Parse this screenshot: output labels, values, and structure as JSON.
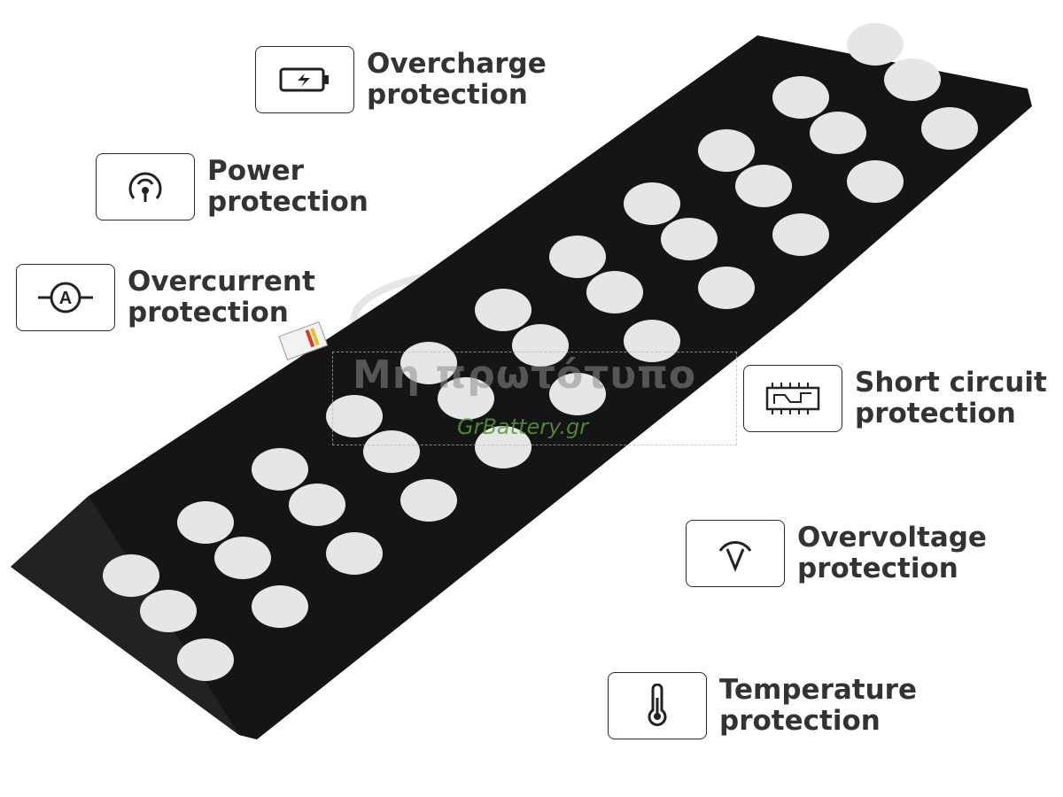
{
  "features": [
    {
      "icon": "battery-charge-icon",
      "line1": "Overcharge",
      "line2": "protection"
    },
    {
      "icon": "power-gauge-icon",
      "line1": "Power",
      "line2": "protection"
    },
    {
      "icon": "ammeter-icon",
      "line1": "Overcurrent",
      "line2": "protection"
    },
    {
      "icon": "circuit-board-icon",
      "line1": "Short circuit",
      "line2": "protection"
    },
    {
      "icon": "voltmeter-icon",
      "line1": "Overvoltage",
      "line2": "protection"
    },
    {
      "icon": "thermometer-icon",
      "line1": "Temperature",
      "line2": "protection"
    }
  ],
  "watermark": {
    "text": "Μη πρωτότυπο",
    "brand": "GrBattery.gr"
  },
  "colors": {
    "battery": "#111111",
    "cell": "#e6e6e6",
    "text": "#333333",
    "brand": "#5a963c"
  }
}
